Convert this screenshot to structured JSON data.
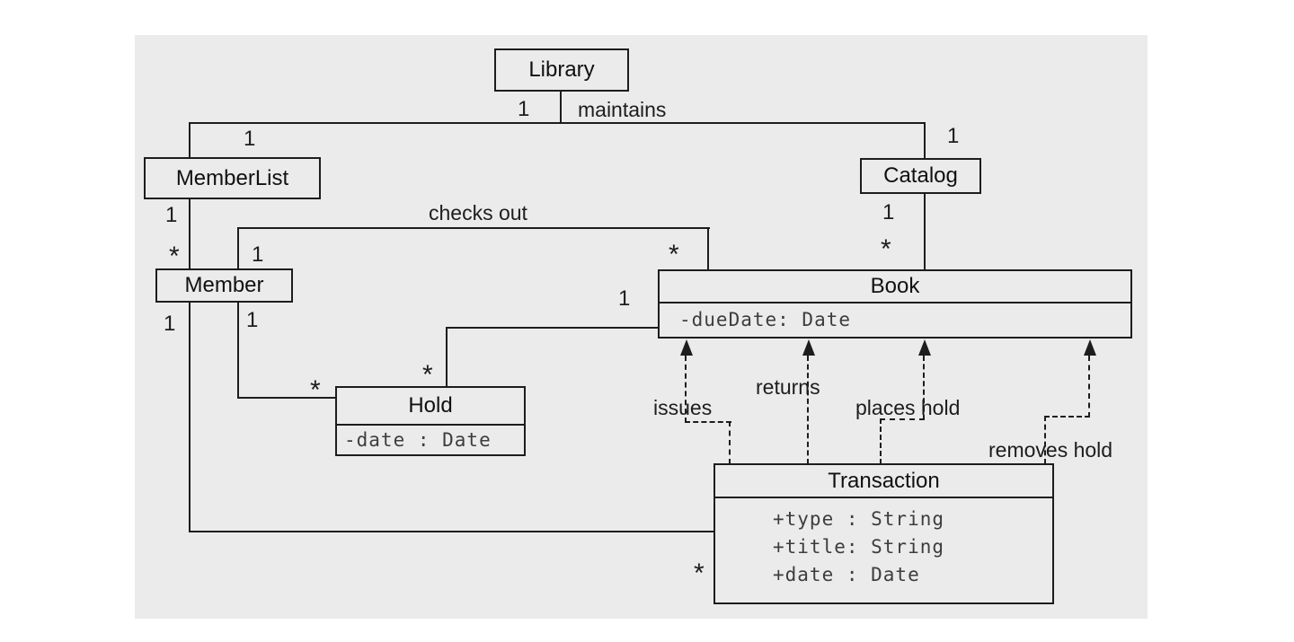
{
  "colors": {
    "page_background": "#ffffff",
    "panel_background": "#ebebeb",
    "line": "#1d1d1d"
  },
  "classes": {
    "library": {
      "name": "Library"
    },
    "memberlist": {
      "name": "MemberList"
    },
    "catalog": {
      "name": "Catalog"
    },
    "member": {
      "name": "Member"
    },
    "book": {
      "name": "Book",
      "attributes": [
        "-dueDate: Date"
      ]
    },
    "hold": {
      "name": "Hold",
      "attributes": [
        "-date : Date"
      ]
    },
    "transaction": {
      "name": "Transaction",
      "attributes": [
        "+type : String",
        "+title: String",
        "+date : Date"
      ]
    }
  },
  "association_labels": {
    "maintains": "maintains",
    "checks_out": "checks out"
  },
  "dependency_labels": {
    "issues": "issues",
    "returns": "returns",
    "places_hold": "places hold",
    "removes_hold": "removes hold"
  },
  "multiplicities": {
    "library_maintains": "1",
    "memberlist_maintains": "1",
    "catalog_maintains": "1",
    "memberlist_contains": "1",
    "member_contains": "*",
    "member_checks_out": "1",
    "book_checks_out": "*",
    "catalog_contains": "1",
    "book_in_catalog": "*",
    "member_transactions": "1",
    "member_holds": "1",
    "hold_of_member": "*",
    "hold_on_book": "*",
    "book_of_hold": "1",
    "transaction_of_member": "*"
  }
}
